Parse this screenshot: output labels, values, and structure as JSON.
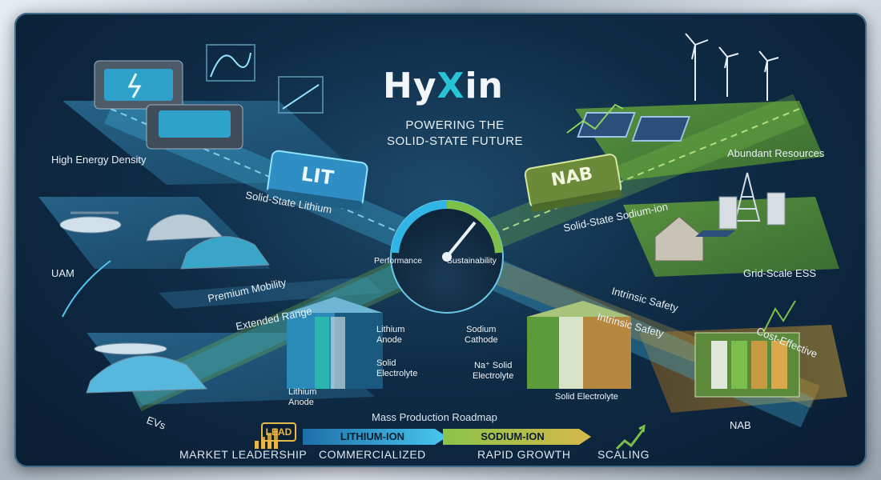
{
  "brand": {
    "prefix": "Hy",
    "accent": "X",
    "suffix": "in"
  },
  "tagline": {
    "line1": "POWERING THE",
    "line2": "SOLID-STATE FUTURE"
  },
  "left": {
    "chip": "LIT",
    "path_label": "Solid-State Lithium",
    "features": [
      "High Energy Density",
      "UAM",
      "Premium Mobility",
      "Extended Range",
      "EVs"
    ],
    "cell_labels": {
      "top": [
        "Lithium",
        "Anode"
      ],
      "mid": [
        "Solid",
        "Electrolyte"
      ],
      "bottom": [
        "Lithium",
        "Anode"
      ]
    }
  },
  "right": {
    "chip": "NAB",
    "path_label": "Solid-State Sodium-ion",
    "features": [
      "Abundant Resources",
      "Grid-Scale ESS",
      "Intrinsic Safety",
      "Intrinsic Safety",
      "Cost-Effective",
      "NAB"
    ],
    "cell_labels": {
      "cathode": [
        "Sodium",
        "Cathode"
      ],
      "electrolyte": [
        "Na⁺ Solid",
        "Electrolyte"
      ],
      "solid": "Solid Electrolyte"
    }
  },
  "gauge": {
    "left": "Performance",
    "right": "Sustainability"
  },
  "roadmap": {
    "title": "Mass Production Roadmap",
    "lead_badge": "LEAD",
    "arrows": [
      "LITHIUM-ION",
      "SODIUM-ION"
    ],
    "stages": [
      "MARKET LEADERSHIP",
      "COMMERCIALIZED",
      "RAPID GROWTH",
      "SCALING"
    ]
  },
  "colors": {
    "lithium": "#2fb6e6",
    "sodium": "#7cc04a",
    "gold": "#e7b84a",
    "brand_accent": "#27c3d6"
  }
}
